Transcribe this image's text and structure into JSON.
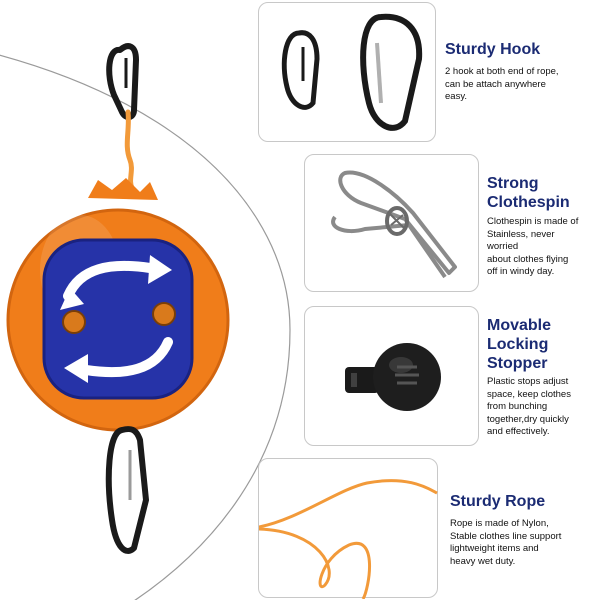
{
  "colors": {
    "title": "#1b2b73",
    "body_orange": "#f07d1a",
    "dial_blue": "#2633a8",
    "card_border": "#c8c8c8",
    "rope": "#f29a3a"
  },
  "features": [
    {
      "icon": "carabiner-hooks",
      "title": "Sturdy Hook",
      "description": "2 hook at both end of rope,\ncan be attach anywhere\neasy."
    },
    {
      "icon": "clothespin",
      "title": "Strong\nClothespin",
      "description": "Clothespin is made of\nStainless, never\nworried\nabout clothes flying\noff in windy day."
    },
    {
      "icon": "locking-stopper",
      "title": "Movable\nLocking\nStopper",
      "description": "Plastic stops adjust\nspace, keep clothes\nfrom bunching\ntogether,dry quickly\nand effectively."
    },
    {
      "icon": "rope",
      "title": "Sturdy Rope",
      "description": "Rope is made of Nylon,\nStable clothes line support\nlightweight items and\nheavy wet duty."
    }
  ]
}
